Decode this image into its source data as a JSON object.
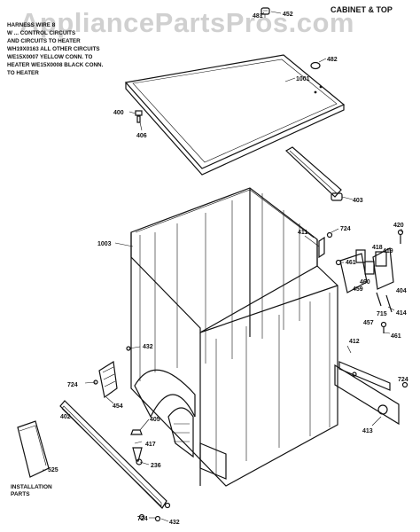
{
  "watermark": "AppliancePartsPros.com",
  "title": "CABINET & TOP",
  "note_lines": [
    "HARNESS WIRE 8",
    "W  ... CONTROL CIRCUITS",
    "AND CIRCUITS TO HEATER",
    "WH19X0163 ALL OTHER CIRCUITS",
    "WE15X0007 YELLOW CONN. TO",
    "HEATER WE15X0008 BLACK CONN.",
    "TO HEATER"
  ],
  "installation_label": [
    "INSTALLATION",
    "PARTS"
  ],
  "part_labels": {
    "p481": "481",
    "p452": "452",
    "p482": "482",
    "p1001": "1001",
    "p400": "400",
    "p406": "406",
    "p403": "403",
    "p1003": "1003",
    "p411": "411",
    "p724a": "724",
    "p420": "420",
    "p461a": "461",
    "p418": "418",
    "p419": "419",
    "p460": "460",
    "p459": "459",
    "p404": "404",
    "p457": "457",
    "p715": "715",
    "p414": "414",
    "p461b": "461",
    "p432a": "432",
    "p412": "412",
    "p724b": "724",
    "p454": "454",
    "p724c": "724",
    "p402": "402",
    "p405": "405",
    "p417": "417",
    "p236": "236",
    "p413": "413",
    "p525": "525",
    "p724d": "724",
    "p432b": "432"
  }
}
